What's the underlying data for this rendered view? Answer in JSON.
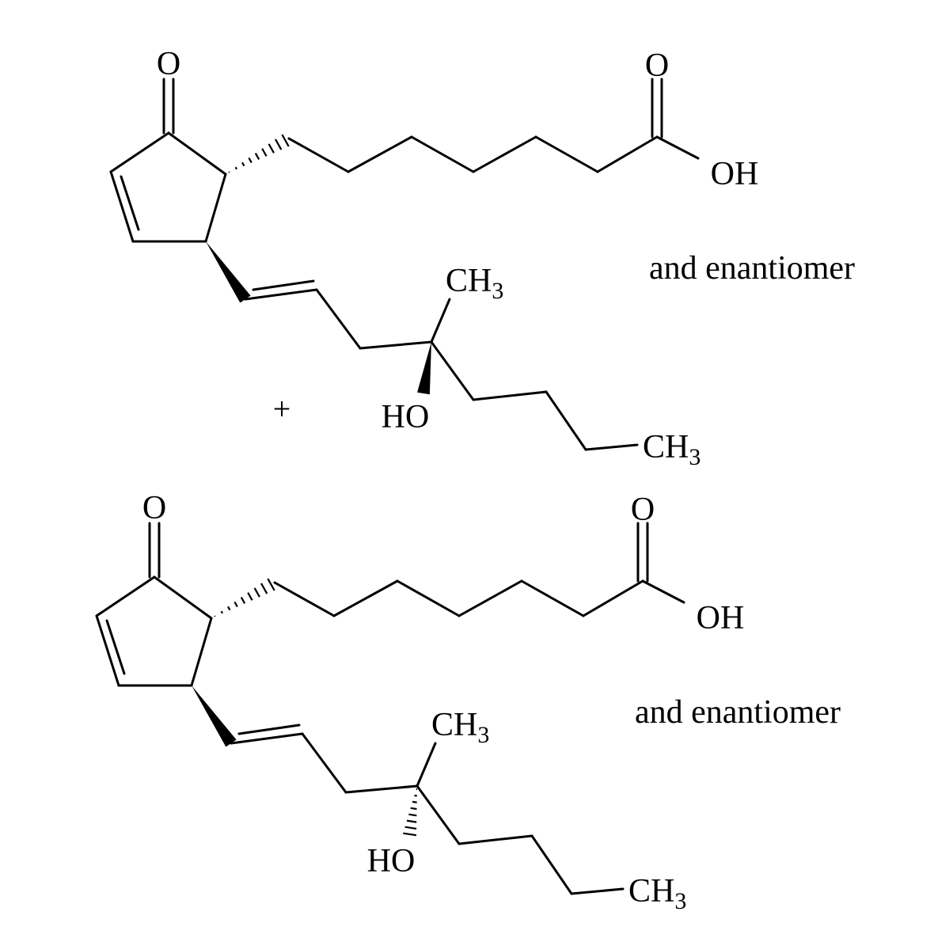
{
  "molecules": [
    {
      "ketone_O": "O",
      "acid_O": "O",
      "acid_OH": "OH",
      "methyl_top": "CH",
      "methyl_top_sub": "3",
      "hydroxyl": "HO",
      "methyl_end": "CH",
      "methyl_end_sub": "3",
      "note": "and enantiomer",
      "hydroxyl_stereo": "wedge"
    },
    {
      "ketone_O": "O",
      "acid_O": "O",
      "acid_OH": "OH",
      "methyl_top": "CH",
      "methyl_top_sub": "3",
      "hydroxyl": "HO",
      "methyl_end": "CH",
      "methyl_end_sub": "3",
      "note": "and enantiomer",
      "hydroxyl_stereo": "hash"
    }
  ],
  "plus_sign": "+"
}
